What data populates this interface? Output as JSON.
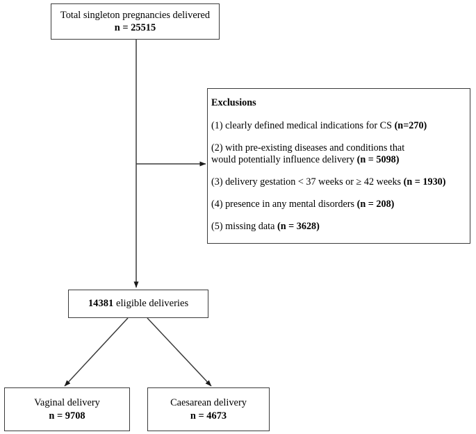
{
  "diagram": {
    "type": "study-flow-chart",
    "stroke_color": "#3a3a3a",
    "text_color": "#000000",
    "background_color": "#ffffff"
  },
  "nodes": {
    "total": {
      "line1": "Total singleton pregnancies delivered",
      "line2": "n = 25515",
      "count": 25515
    },
    "exclusions": {
      "title": "Exclusions",
      "items": [
        {
          "text": "(1) clearly defined medical indications for CS ",
          "count_text": "(n=270)",
          "count": 270
        },
        {
          "text": "(2) with pre-existing diseases and conditions that",
          "text_line2": "would potentially influence delivery ",
          "count_text": "(n = 5098)",
          "count": 5098
        },
        {
          "text": "(3) delivery gestation  <  37 weeks or  ≥ 42 weeks ",
          "count_text": "(n = 1930)",
          "count": 1930
        },
        {
          "text": "(4) presence in any mental disorders ",
          "count_text": "(n = 208)",
          "count": 208
        },
        {
          "text": "(5) missing data ",
          "count_text": "(n = 3628)",
          "count": 3628
        }
      ]
    },
    "eligible": {
      "count_text": "14381",
      "label": " eligible deliveries",
      "count": 14381
    },
    "vaginal": {
      "line1": "Vaginal delivery",
      "line2": "n = 9708",
      "count": 9708
    },
    "caesarean": {
      "line1": "Caesarean delivery",
      "line2": "n = 4673",
      "count": 4673
    }
  },
  "connectors": [
    {
      "name": "total-to-eligible",
      "from": "total",
      "to": "eligible",
      "style": "vertical-arrow"
    },
    {
      "name": "total-to-exclusions",
      "from": "total",
      "to": "exclusions",
      "style": "horizontal-arrow"
    },
    {
      "name": "eligible-to-vaginal",
      "from": "eligible",
      "to": "vaginal",
      "style": "diagonal-arrow"
    },
    {
      "name": "eligible-to-caesarean",
      "from": "eligible",
      "to": "caesarean",
      "style": "diagonal-arrow"
    }
  ]
}
